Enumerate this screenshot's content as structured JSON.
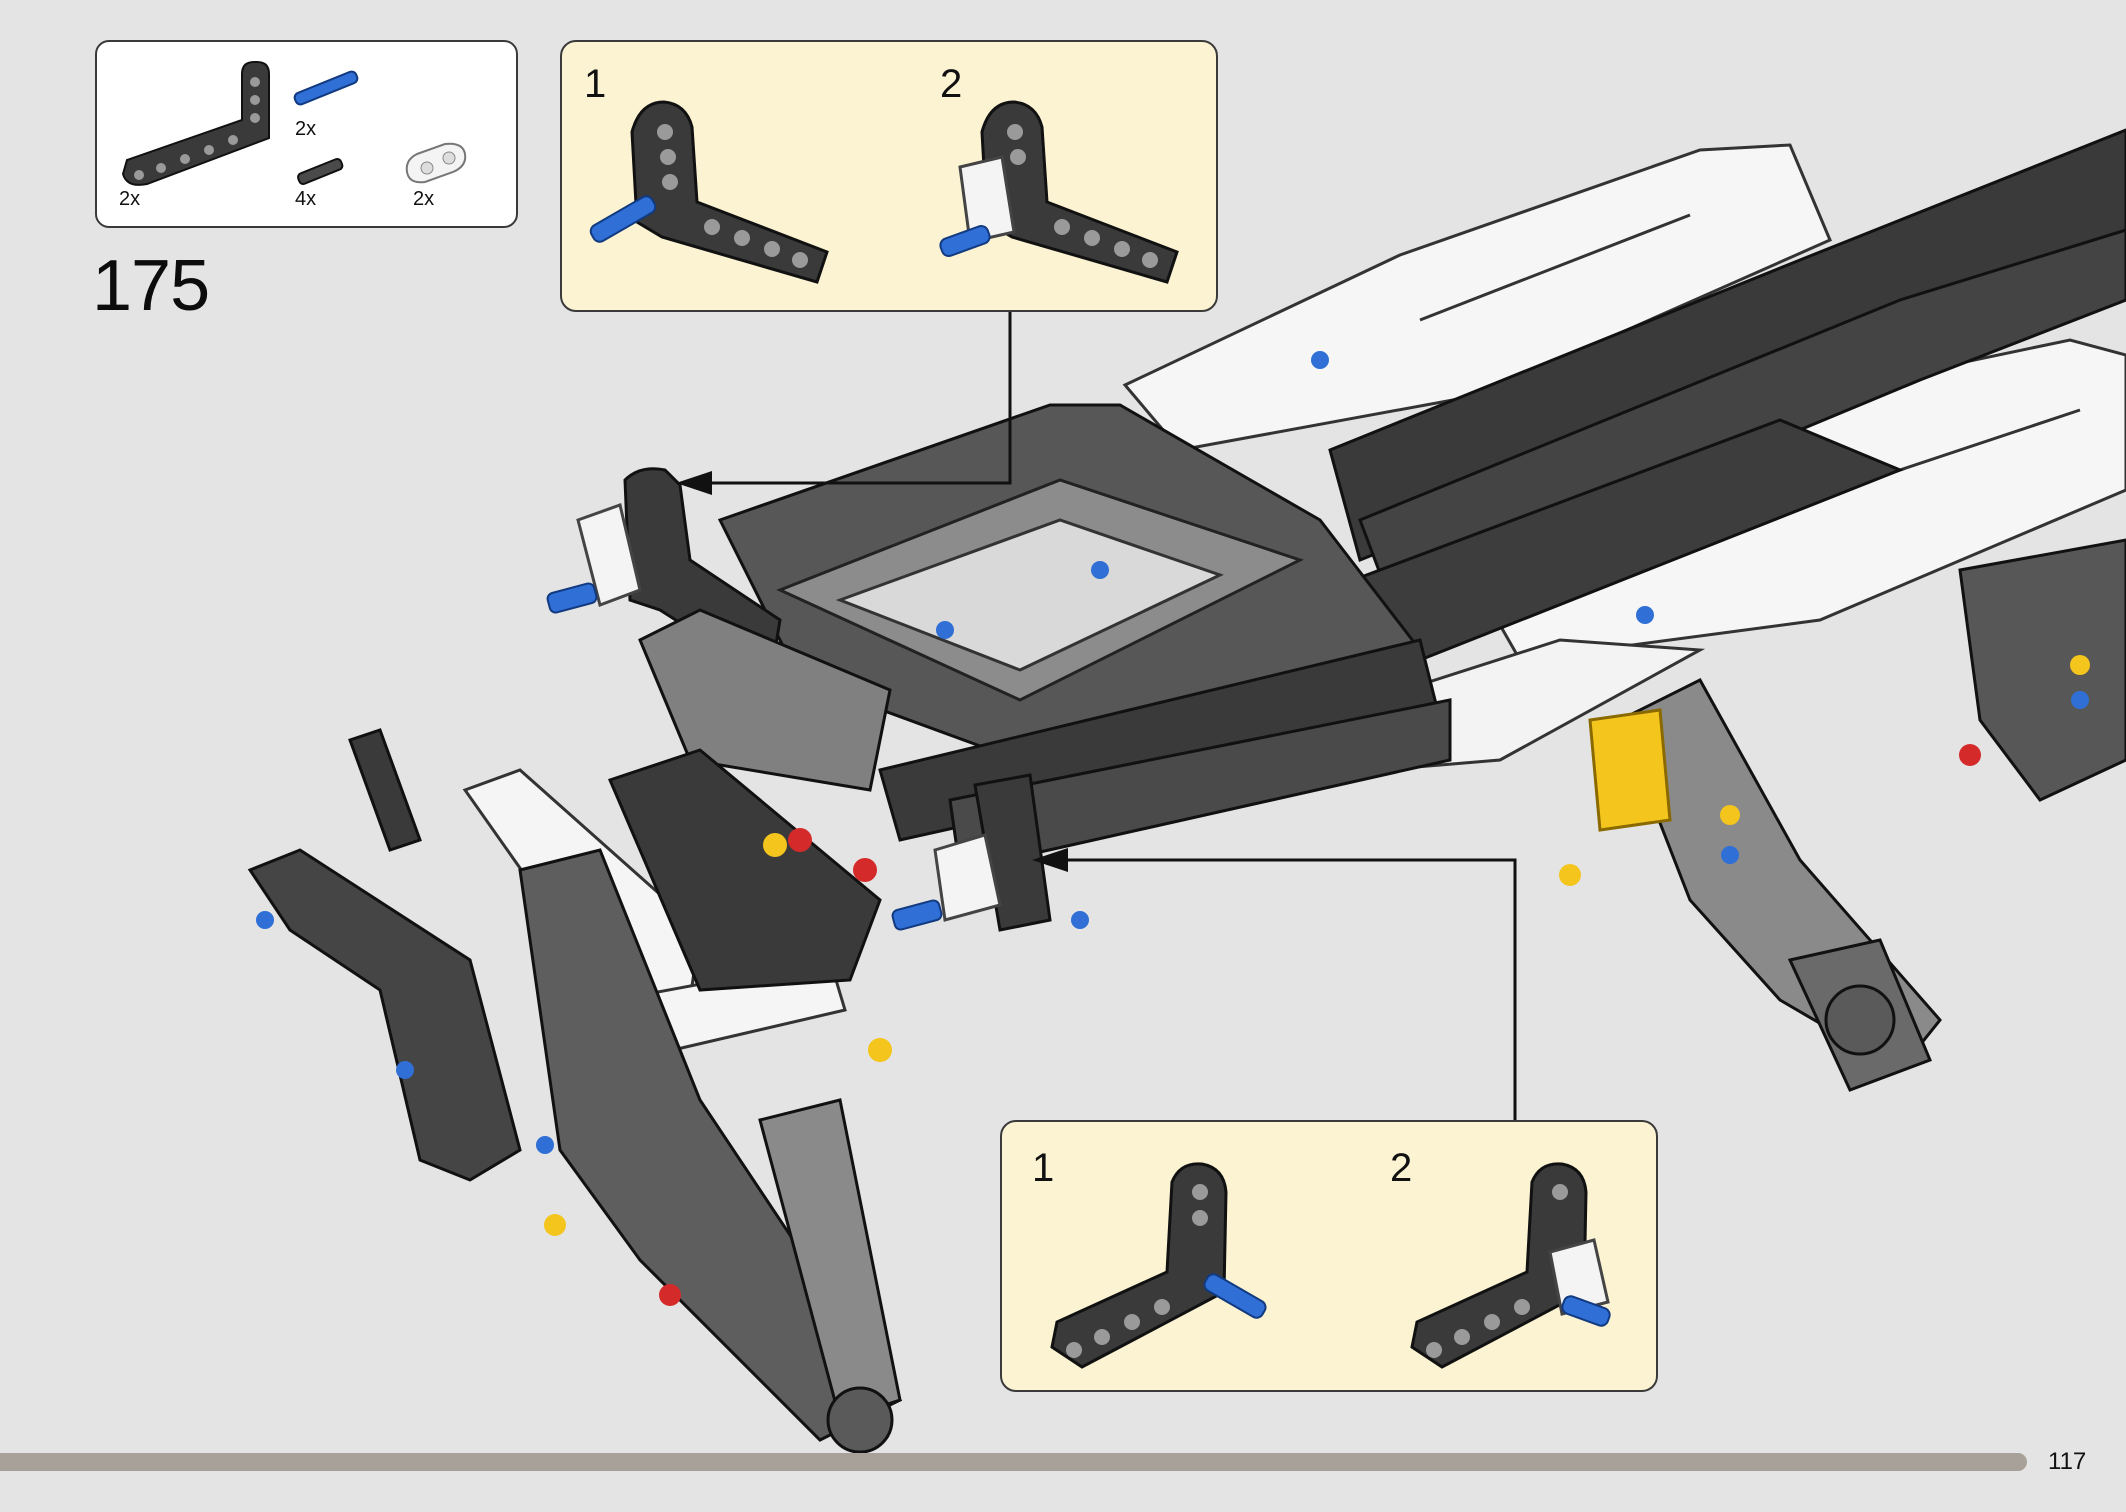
{
  "step": {
    "number": "175"
  },
  "parts_list": {
    "items": [
      {
        "part": "black-l-beam",
        "qty": "2x"
      },
      {
        "part": "blue-axle-pin",
        "qty": "2x"
      },
      {
        "part": "black-pin-connector",
        "qty": "4x"
      },
      {
        "part": "white-cross-block",
        "qty": "2x"
      }
    ]
  },
  "callout_top": {
    "substeps": [
      "1",
      "2"
    ]
  },
  "callout_bottom": {
    "substeps": [
      "1",
      "2"
    ]
  },
  "page": {
    "number": "117"
  },
  "colors": {
    "background": "#e4e4e4",
    "callout_fill": "#fbf3d2",
    "beam_black": "#3a3a3a",
    "pin_blue": "#2f6fd6",
    "connector_white": "#f2f2f2",
    "accent_yellow": "#f3c51d",
    "accent_red": "#d42a2a",
    "page_bar": "#a8a19a"
  }
}
